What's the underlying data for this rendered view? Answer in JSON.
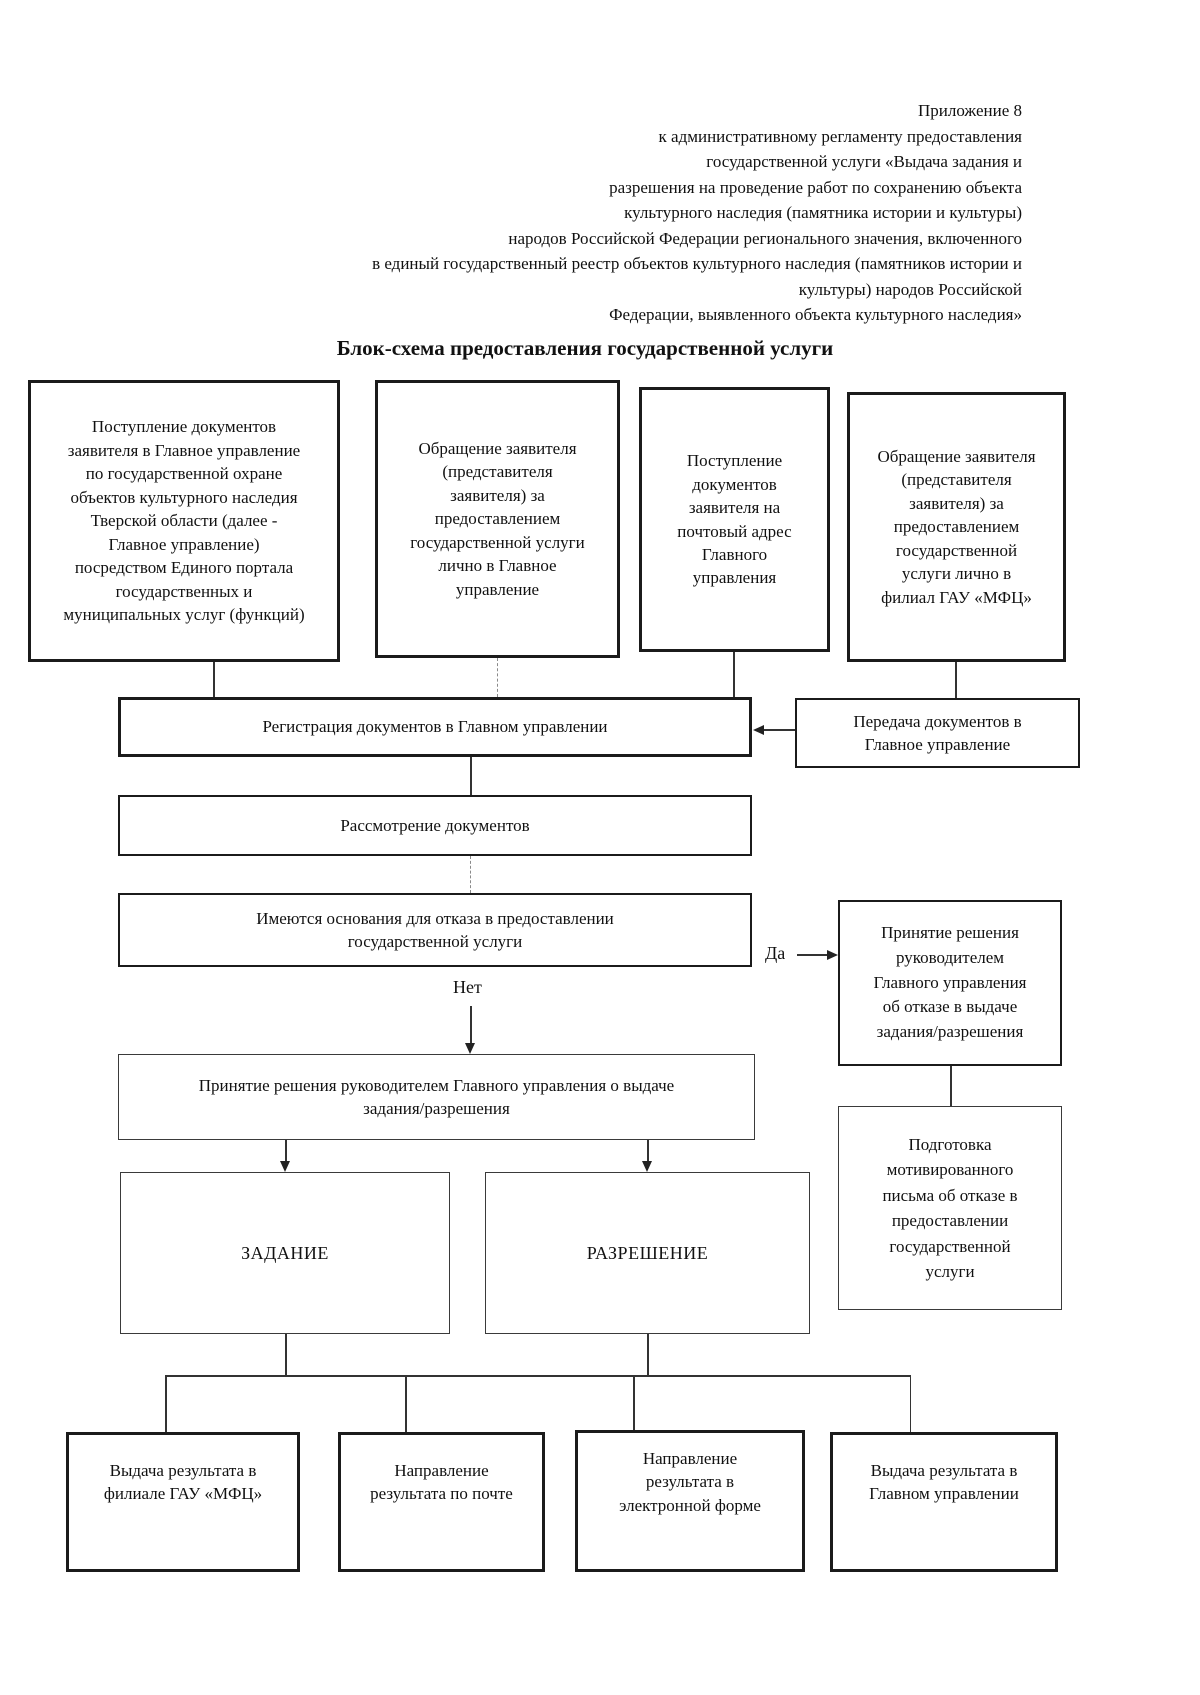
{
  "page": {
    "header_note": "Приложение  8\nк административному регламенту предоставления\nгосударственной услуги «Выдача задания и\nразрешения на проведение работ по сохранению объекта\nкультурного наследия (памятника истории и культуры)\nнародов Российской Федерации регионального значения, включенного\nв единый государственный реестр объектов культурного наследия (памятников истории и\nкультуры) народов Российской\nФедерации, выявленного объекта культурного наследия»",
    "title": "Блок-схема предоставления государственной услуги"
  },
  "labels": {
    "yes": "Да",
    "no": "Нет"
  },
  "boxes": {
    "source_eportal": "Поступление документов\nзаявителя в Главное управление\nпо государственной охране\nобъектов культурного наследия\nТверской области (далее -\nГлавное управление)\nпосредством Единого портала\nгосударственных и\nмуниципальных услуг (функций)",
    "source_inperson": "Обращение заявителя\n(представителя\nзаявителя) за\nпредоставлением\nгосударственной услуги\nлично в Главное\nуправление",
    "source_mail": "Поступление\nдокументов\nзаявителя на\nпочтовый адрес\nГлавного\nуправления",
    "source_mfc": "Обращение заявителя\n(представителя\nзаявителя) за\nпредоставлением\nгосударственной\nуслуги лично в\nфилиал ГАУ «МФЦ»",
    "registration": "Регистрация документов в Главном управлении",
    "transfer": "Передача документов в\nГлавное управление",
    "review": "Рассмотрение документов",
    "decision": "Имеются основания для отказа в предоставлении\nгосударственной услуги",
    "refuse_decision": "Принятие решения\nруководителем\nГлавного управления\nоб отказе в выдаче\nзадания/разрешения",
    "refusal_letter": "Подготовка\nмотивированного\nписьма об отказе в\nпредоставлении\nгосударственной\nуслуги",
    "approve_decision": "Принятие решения руководителем Главного управления о выдаче\nзадания/разрешения",
    "zadanie": "ЗАДАНИЕ",
    "razreshenie": "РАЗРЕШЕНИЕ",
    "result_mfc": "Выдача результата в\nфилиале  ГАУ «МФЦ»",
    "result_mail": "Направление\nрезультата по почте",
    "result_electronic": "Направление\nрезультата в\nэлектронной форме",
    "result_office": "Выдача результата в\nГлавном управлении"
  }
}
